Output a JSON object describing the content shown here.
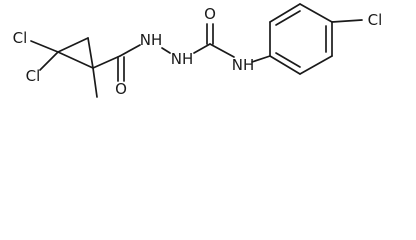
{
  "molecule": {
    "atoms": {
      "cl_top_left": "Cl",
      "cl_bottom_left": "Cl",
      "carbonyl_o_left": "O",
      "hydrazide_nh1": "NH",
      "hydrazide_nh2": "NH",
      "carbonyl_o_right": "O",
      "amide_nh": "NH",
      "cl_para": "Cl"
    }
  }
}
